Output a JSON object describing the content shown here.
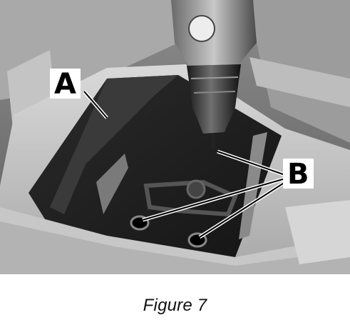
{
  "figure": {
    "callouts": {
      "a": "A",
      "b": "B"
    },
    "caption": "Figure 7"
  }
}
